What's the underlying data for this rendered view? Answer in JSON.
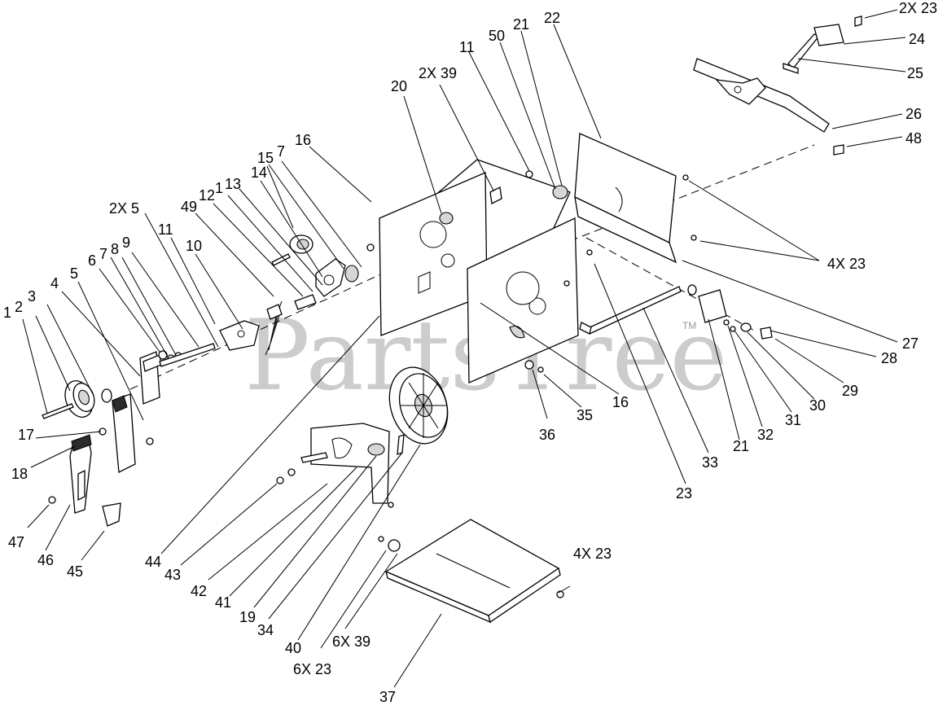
{
  "watermark": {
    "text": "PartsTree",
    "tm": "TM"
  },
  "callouts": [
    {
      "id": "1",
      "text": "1"
    },
    {
      "id": "2",
      "text": "2"
    },
    {
      "id": "3",
      "text": "3"
    },
    {
      "id": "4",
      "text": "4"
    },
    {
      "id": "5a",
      "text": "5"
    },
    {
      "id": "6",
      "text": "6"
    },
    {
      "id": "7a",
      "text": "7"
    },
    {
      "id": "8",
      "text": "8"
    },
    {
      "id": "9",
      "text": "9"
    },
    {
      "id": "2x5",
      "text": "2X 5"
    },
    {
      "id": "11a",
      "text": "11"
    },
    {
      "id": "10",
      "text": "10"
    },
    {
      "id": "49",
      "text": "49"
    },
    {
      "id": "12",
      "text": "12"
    },
    {
      "id": "1b",
      "text": "1"
    },
    {
      "id": "13",
      "text": "13"
    },
    {
      "id": "14",
      "text": "14"
    },
    {
      "id": "15",
      "text": "15"
    },
    {
      "id": "7b",
      "text": "7"
    },
    {
      "id": "16a",
      "text": "16"
    },
    {
      "id": "20",
      "text": "20"
    },
    {
      "id": "2x39",
      "text": "2X 39"
    },
    {
      "id": "11b",
      "text": "11"
    },
    {
      "id": "50",
      "text": "50"
    },
    {
      "id": "21a",
      "text": "21"
    },
    {
      "id": "22",
      "text": "22"
    },
    {
      "id": "2x23",
      "text": "2X 23"
    },
    {
      "id": "24",
      "text": "24"
    },
    {
      "id": "25",
      "text": "25"
    },
    {
      "id": "26",
      "text": "26"
    },
    {
      "id": "48",
      "text": "48"
    },
    {
      "id": "4x23a",
      "text": "4X 23"
    },
    {
      "id": "27",
      "text": "27"
    },
    {
      "id": "28",
      "text": "28"
    },
    {
      "id": "29",
      "text": "29"
    },
    {
      "id": "30",
      "text": "30"
    },
    {
      "id": "31",
      "text": "31"
    },
    {
      "id": "32",
      "text": "32"
    },
    {
      "id": "21b",
      "text": "21"
    },
    {
      "id": "33",
      "text": "33"
    },
    {
      "id": "23",
      "text": "23"
    },
    {
      "id": "16b",
      "text": "16"
    },
    {
      "id": "35",
      "text": "35"
    },
    {
      "id": "36",
      "text": "36"
    },
    {
      "id": "17",
      "text": "17"
    },
    {
      "id": "18",
      "text": "18"
    },
    {
      "id": "47",
      "text": "47"
    },
    {
      "id": "46",
      "text": "46"
    },
    {
      "id": "45",
      "text": "45"
    },
    {
      "id": "44",
      "text": "44"
    },
    {
      "id": "43",
      "text": "43"
    },
    {
      "id": "42",
      "text": "42"
    },
    {
      "id": "41",
      "text": "41"
    },
    {
      "id": "19",
      "text": "19"
    },
    {
      "id": "34",
      "text": "34"
    },
    {
      "id": "40",
      "text": "40"
    },
    {
      "id": "6x39",
      "text": "6X 39"
    },
    {
      "id": "6x23",
      "text": "6X 23"
    },
    {
      "id": "4x23b",
      "text": "4X 23"
    },
    {
      "id": "37",
      "text": "37"
    }
  ]
}
